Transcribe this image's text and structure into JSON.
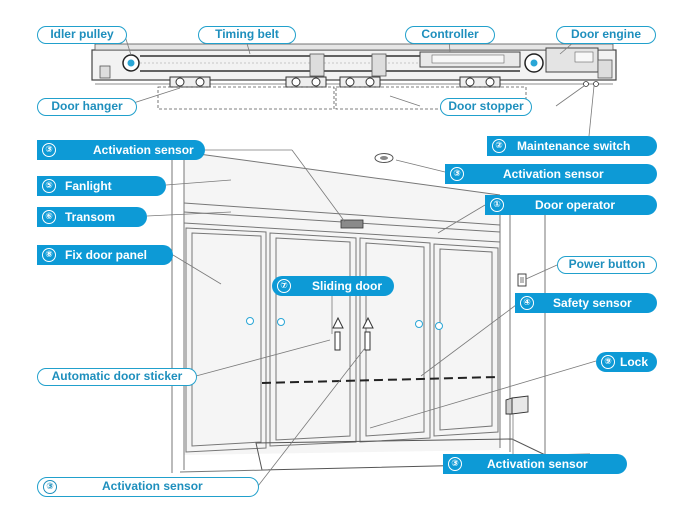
{
  "labels": {
    "idler_pulley": "Idler pulley",
    "timing_belt": "Timing belt",
    "controller": "Controller",
    "door_engine": "Door engine",
    "door_hanger": "Door hanger",
    "door_stopper": "Door stopper",
    "maintenance_switch": {
      "num": "②",
      "text": "Maintenance switch"
    },
    "activation_sensor_top_left": {
      "num": "③",
      "text": "Activation sensor"
    },
    "activation_sensor_ceiling": {
      "num": "③",
      "text": "Activation sensor"
    },
    "fanlight": {
      "num": "⑤",
      "text": "Fanlight"
    },
    "transom": {
      "num": "⑥",
      "text": "Transom"
    },
    "door_operator": {
      "num": "①",
      "text": "Door operator"
    },
    "fix_door_panel": {
      "num": "⑧",
      "text": "Fix door panel"
    },
    "power_button": "Power button",
    "sliding_door": {
      "num": "⑦",
      "text": "Sliding door"
    },
    "safety_sensor": {
      "num": "④",
      "text": "Safety sensor"
    },
    "automatic_door_sticker": "Automatic door sticker",
    "lock": {
      "num": "⑨",
      "text": "Lock"
    },
    "activation_sensor_floor_right": {
      "num": "③",
      "text": "Activation sensor"
    },
    "activation_sensor_floor_left": {
      "num": "③",
      "text": "Activation sensor"
    }
  },
  "colors": {
    "accent": "#0d9ad6",
    "outline": "#21a0cc",
    "line": "#7a7a7a"
  }
}
